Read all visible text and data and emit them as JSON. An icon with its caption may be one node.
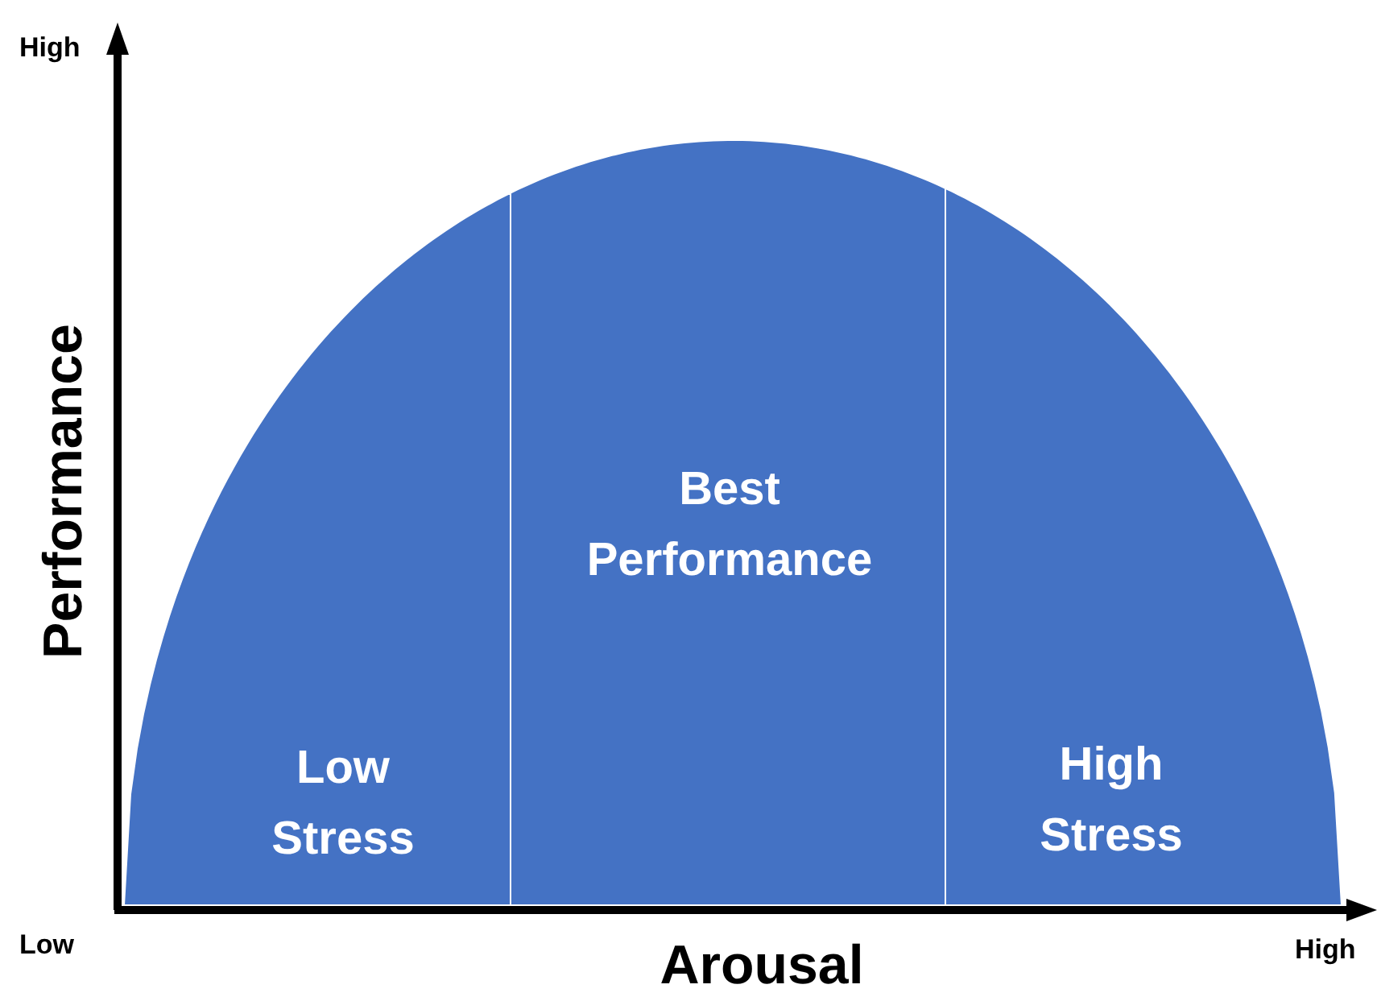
{
  "diagram": {
    "nodes": [
      {
        "text": [
          "Low Stress"
        ]
      },
      {
        "text": [
          "Best Performance"
        ]
      },
      {
        "text": [
          "High Stress"
        ]
      }
    ],
    "labels": [
      "High",
      "Performance",
      "Low",
      "Arousal",
      "High"
    ]
  }
}
